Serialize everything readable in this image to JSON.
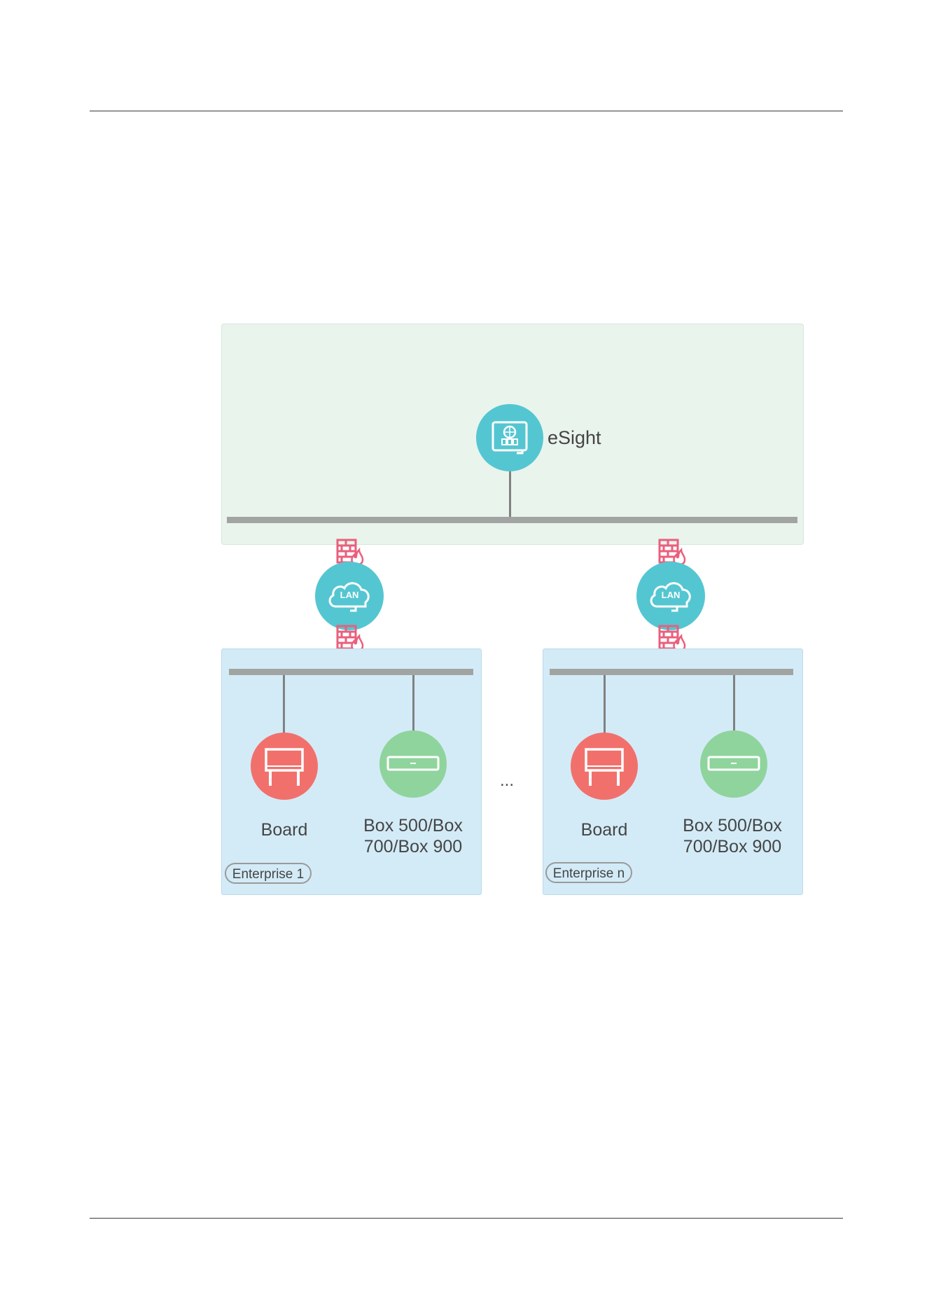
{
  "diagram": {
    "server": {
      "label": "eSight"
    },
    "networks": [
      {
        "icon_label": "LAN"
      },
      {
        "icon_label": "LAN"
      }
    ],
    "enterprises": [
      {
        "tag": "Enterprise 1",
        "board_label": "Board",
        "box_label_line1": "Box 500/Box",
        "box_label_line2": "700/Box 900"
      },
      {
        "tag": "Enterprise n",
        "board_label": "Board",
        "box_label_line1": "Box 500/Box",
        "box_label_line2": "700/Box 900"
      }
    ],
    "ellipsis": "..."
  },
  "colors": {
    "server_zone": "#e9f4ec",
    "enterprise_zone": "#d3ebf7",
    "teal": "#54c6d1",
    "board_red": "#f2706c",
    "box_green": "#8fd49c",
    "firewall": "#ea5f7c"
  },
  "icons": {
    "server": "esight-server-icon",
    "network": "lan-cloud-icon",
    "firewall": "firewall-icon",
    "board": "board-icon",
    "box": "video-box-icon"
  }
}
